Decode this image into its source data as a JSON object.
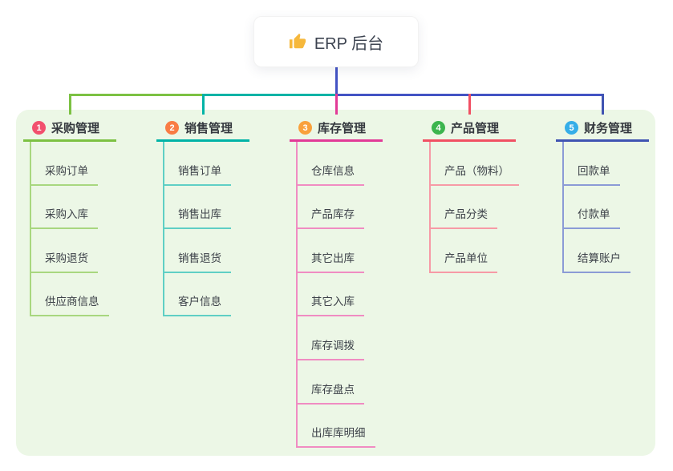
{
  "root": {
    "label": "ERP 后台",
    "icon": "thumbs-up-icon",
    "icon_color": "#f6b83c",
    "line_color": "#4353c4"
  },
  "canvas": {
    "bg": "#ecf7e6"
  },
  "branches": [
    {
      "num": "1",
      "label": "采购管理",
      "color": "#7cc143",
      "light": "#a8d77f",
      "badge": "#f2506e",
      "children": [
        "采购订单",
        "采购入库",
        "采购退货",
        "供应商信息"
      ]
    },
    {
      "num": "2",
      "label": "销售管理",
      "color": "#00b3a6",
      "light": "#5fcfc5",
      "badge": "#f97c44",
      "children": [
        "销售订单",
        "销售出库",
        "销售退货",
        "客户信息"
      ]
    },
    {
      "num": "3",
      "label": "库存管理",
      "color": "#e23a97",
      "light": "#f08cc2",
      "badge": "#f9a13c",
      "children": [
        "仓库信息",
        "产品库存",
        "其它出库",
        "其它入库",
        "库存调拨",
        "库存盘点",
        "出库库明细"
      ]
    },
    {
      "num": "4",
      "label": "产品管理",
      "color": "#f15063",
      "light": "#f79aa6",
      "badge": "#3cb54e",
      "children": [
        "产品（物料）",
        "产品分类",
        "产品单位"
      ]
    },
    {
      "num": "5",
      "label": "财务管理",
      "color": "#4054b2",
      "light": "#8b9bd6",
      "badge": "#35aee8",
      "children": [
        "回款单",
        "付款单",
        "结算账户"
      ]
    }
  ]
}
